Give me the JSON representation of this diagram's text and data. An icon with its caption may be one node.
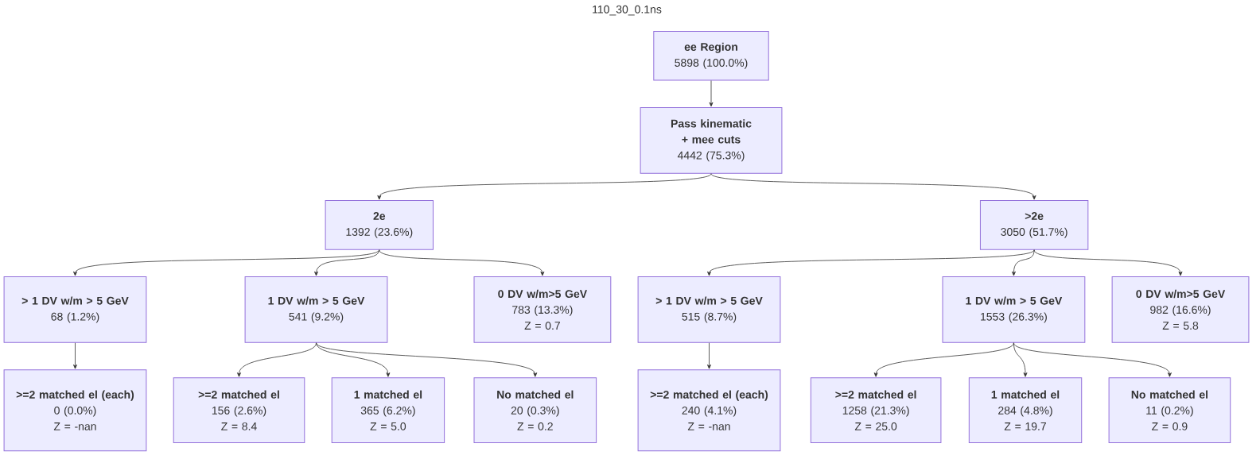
{
  "diagram": {
    "title": "110_30_0.1ns",
    "nodes": [
      {
        "text": [
          "ee Region",
          "5898 (100.0%)"
        ]
      },
      {
        "text": [
          "Pass kinematic + mee cuts",
          "4442 (75.3%)"
        ]
      },
      {
        "text": [
          "2e",
          "1392 (23.6%)"
        ]
      },
      {
        "text": [
          ">2e",
          "3050 (51.7%)"
        ]
      },
      {
        "text": [
          "> 1 DV w/m > 5 GeV",
          "68 (1.2%)"
        ]
      },
      {
        "text": [
          "1 DV w/m > 5 GeV",
          "541 (9.2%)"
        ]
      },
      {
        "text": [
          "0 DV w/m>5 GeV",
          "783 (13.3%)",
          "Z = 0.7"
        ]
      },
      {
        "text": [
          "> 1 DV w/m > 5 GeV",
          "515 (8.7%)"
        ]
      },
      {
        "text": [
          "1 DV w/m > 5 GeV",
          "1553 (26.3%)"
        ]
      },
      {
        "text": [
          "0 DV w/m>5 GeV",
          "982 (16.6%)",
          "Z = 5.8"
        ]
      },
      {
        "text": [
          ">=2 matched el (each)",
          "0 (0.0%)",
          "Z = -nan"
        ]
      },
      {
        "text": [
          ">=2 matched el",
          "156 (2.6%)",
          "Z = 8.4"
        ]
      },
      {
        "text": [
          "1 matched el",
          "365 (6.2%)",
          "Z = 5.0"
        ]
      },
      {
        "text": [
          "No matched el",
          "20 (0.3%)",
          "Z = 0.2"
        ]
      },
      {
        "text": [
          ">=2 matched el (each)",
          "240 (4.1%)",
          "Z = -nan"
        ]
      },
      {
        "text": [
          ">=2 matched el",
          "1258 (21.3%)",
          "Z = 25.0"
        ]
      },
      {
        "text": [
          "1 matched el",
          "284 (4.8%)",
          "Z = 19.7"
        ]
      },
      {
        "text": [
          "No matched el",
          "11 (0.2%)",
          "Z = 0.9"
        ]
      }
    ],
    "edges": [
      {
        "from": 0,
        "to": 1,
        "arrow": "to"
      },
      {
        "from": 1,
        "to": 2,
        "arrow": "to"
      },
      {
        "from": 1,
        "to": 3,
        "arrow": "to"
      },
      {
        "from": 2,
        "to": 4,
        "arrow": "to"
      },
      {
        "from": 2,
        "to": 5,
        "arrow": "to"
      },
      {
        "from": 2,
        "to": 6,
        "arrow": "to"
      },
      {
        "from": 3,
        "to": 7,
        "arrow": "to"
      },
      {
        "from": 3,
        "to": 8,
        "arrow": "to"
      },
      {
        "from": 3,
        "to": 9,
        "arrow": "to"
      },
      {
        "from": 4,
        "to": 10,
        "arrow": "to"
      },
      {
        "from": 5,
        "to": 11,
        "arrow": "to"
      },
      {
        "from": 5,
        "to": 12,
        "arrow": "to"
      },
      {
        "from": 5,
        "to": 13,
        "arrow": "to"
      },
      {
        "from": 7,
        "to": 14,
        "arrow": "to"
      },
      {
        "from": 8,
        "to": 15,
        "arrow": "to"
      },
      {
        "from": 8,
        "to": 16,
        "arrow": "to"
      },
      {
        "from": 8,
        "to": 17,
        "arrow": "to"
      }
    ]
  }
}
